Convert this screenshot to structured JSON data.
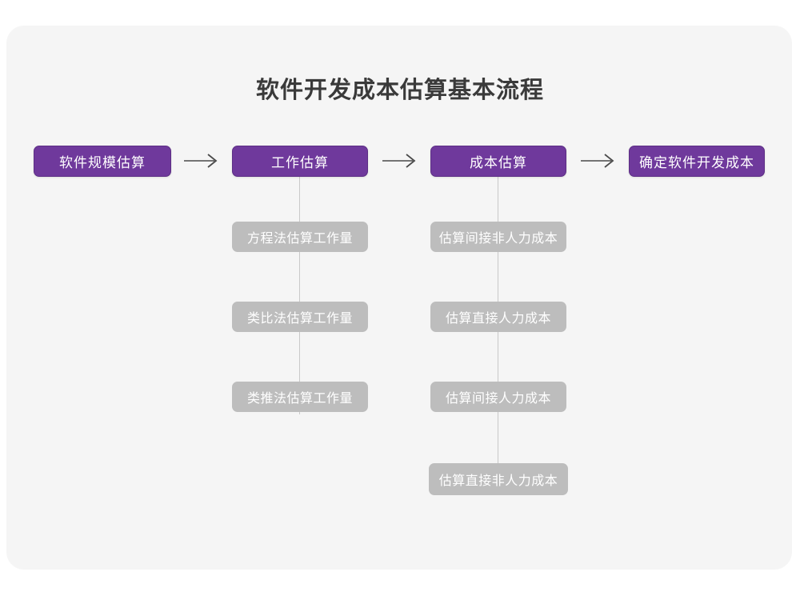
{
  "diagram": {
    "title": "软件开发成本估算基本流程",
    "background_color": "#f5f5f5",
    "page_color": "#ffffff",
    "primary_color": "#6f399c",
    "secondary_color": "#bdbdbd",
    "title_color": "#3a3a3a",
    "connector_color": "#c9c9c9",
    "type": "flowchart",
    "main_flow": [
      {
        "id": "step1",
        "label": "软件规模估算"
      },
      {
        "id": "step2",
        "label": "工作估算"
      },
      {
        "id": "step3",
        "label": "成本估算"
      },
      {
        "id": "step4",
        "label": "确定软件开发成本"
      }
    ],
    "arrows": [
      {
        "id": "arrow1",
        "from": "step1",
        "to": "step2",
        "glyph": "arrow-right-icon"
      },
      {
        "id": "arrow2",
        "from": "step2",
        "to": "step3",
        "glyph": "arrow-right-icon"
      },
      {
        "id": "arrow3",
        "from": "step3",
        "to": "step4",
        "glyph": "arrow-right-icon"
      }
    ],
    "branches": [
      {
        "parent": "step2",
        "items": [
          "方程法估算工作量",
          "类比法估算工作量",
          "类推法估算工作量"
        ]
      },
      {
        "parent": "step3",
        "items": [
          "估算间接非人力成本",
          "估算直接人力成本",
          "估算间接人力成本",
          "估算直接非人力成本"
        ]
      }
    ]
  }
}
